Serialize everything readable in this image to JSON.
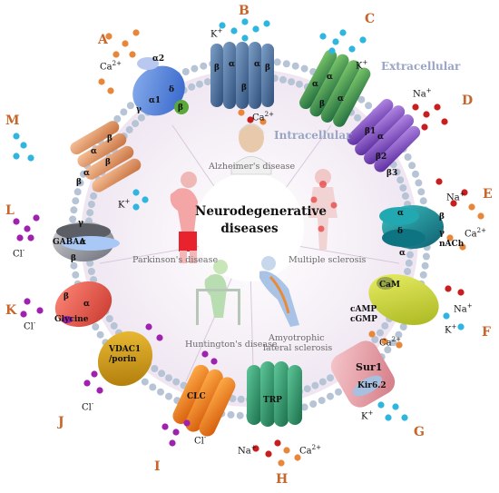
{
  "center": {
    "title_line1": "Neurodegenerative",
    "title_line2": "diseases"
  },
  "regions": {
    "extracellular": "Extracellular",
    "intracellular": "Intracellular"
  },
  "diseases": [
    {
      "id": "alzheimers",
      "label": "Alzheimer's disease"
    },
    {
      "id": "parkinsons",
      "label": "Parkinson's disease"
    },
    {
      "id": "ms",
      "label": "Multiple sclerosis"
    },
    {
      "id": "huntingtons",
      "label": "Huntington's disease"
    },
    {
      "id": "als1",
      "label": "Amyotrophic"
    },
    {
      "id": "als2",
      "label": "lateral sclerosis"
    }
  ],
  "panels": [
    "A",
    "B",
    "C",
    "D",
    "E",
    "F",
    "G",
    "H",
    "I",
    "J",
    "K",
    "L",
    "M"
  ],
  "ions": {
    "A": "Ca",
    "B1": "K",
    "B2": "Ca",
    "C": "K",
    "D": "Na",
    "E1": "Na",
    "E2": "Ca",
    "F1": "Na",
    "F2": "K",
    "F3": "Ca",
    "G": "K",
    "H1": "Na",
    "H2": "Ca",
    "I": "Cl",
    "J": "Cl",
    "K": "Cl",
    "L": "Cl",
    "M": "K"
  },
  "channel_labels": {
    "A": [
      "α2",
      "δ",
      "α1",
      "γ",
      "β"
    ],
    "B": [
      "β",
      "α",
      "α",
      "β",
      "β"
    ],
    "C": [
      "α",
      "α",
      "β",
      "α"
    ],
    "D": [
      "β1",
      "α",
      "β2",
      "β3"
    ],
    "E": [
      "α",
      "β",
      "δ",
      "γ",
      "α",
      "nACh"
    ],
    "F": [
      "CaM",
      "cAMP",
      "cGMP"
    ],
    "G": [
      "Sur1",
      "Kir6.2"
    ],
    "H": [
      "TRP"
    ],
    "I": [
      "CLC"
    ],
    "J": [
      "VDAC1",
      "/porin"
    ],
    "K": [
      "β",
      "α",
      "Glycine"
    ],
    "L": [
      "γ",
      "α",
      "GABAA",
      "β"
    ],
    "M": [
      "β",
      "α",
      "β",
      "α",
      "β"
    ]
  },
  "colors": {
    "letter": "#c8652a",
    "membrane": "#b7c4d6",
    "interior": "#f4eef6",
    "ion_orange": "#e8873a",
    "ion_blue": "#2eb5e0",
    "ion_red": "#c81e1e",
    "ion_purple": "#a020b0"
  }
}
